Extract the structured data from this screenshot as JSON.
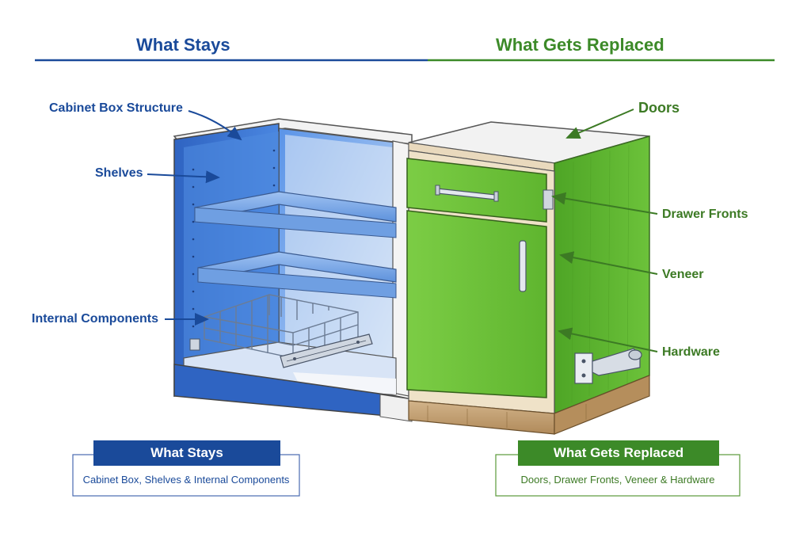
{
  "headers": {
    "left": "What Stays",
    "right": "What Gets Replaced"
  },
  "callouts": {
    "cabinet_box_structure": "Cabinet Box Structure",
    "shelves": "Shelves",
    "internal_components": "Internal Components",
    "doors": "Doors",
    "drawer_fronts": "Drawer Fronts",
    "veneer": "Veneer",
    "hardware": "Hardware"
  },
  "legend": {
    "stays": {
      "title": "What Stays",
      "body": "Cabinet Box, Shelves & Internal Components"
    },
    "replaced": {
      "title": "What Gets Replaced",
      "body": "Doors, Drawer Fronts, Veneer & Hardware"
    }
  },
  "colors": {
    "stays_blue": "#1a4a9a",
    "replaced_green": "#3c8a28",
    "cabinet_blue": "#3f78d4",
    "cabinet_green": "#6cc23a"
  }
}
